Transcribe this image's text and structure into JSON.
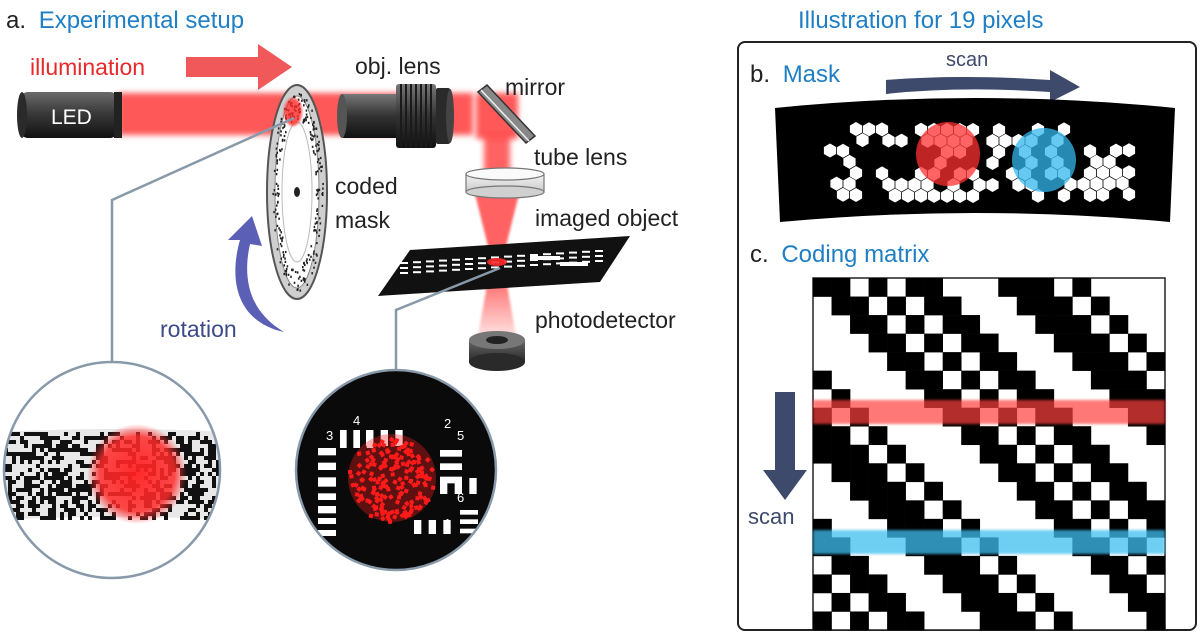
{
  "panel_a": {
    "letter": "a.",
    "title": "Experimental setup",
    "labels": {
      "illumination": "illumination",
      "led": "LED",
      "obj_lens": "obj. lens",
      "mirror": "mirror",
      "tube_lens": "tube lens",
      "coded": "coded",
      "mask": "mask",
      "imaged_object": "imaged object",
      "rotation": "rotation",
      "photodetector": "photodetector"
    },
    "target_numbers": [
      "4",
      "3",
      "2",
      "5",
      "6",
      "1"
    ]
  },
  "right_header": "Illustration for 19 pixels",
  "panel_b": {
    "letter": "b.",
    "title": "Mask",
    "scan_label": "scan"
  },
  "panel_c": {
    "letter": "c.",
    "title": "Coding matrix",
    "scan_label": "scan"
  },
  "colors": {
    "title_blue": "#1f7fc4",
    "illum_red": "#e8292a",
    "beam_red": "#ff3b3b",
    "arrow_navy": "#3d4a6b",
    "rotation_purple": "#5b5fb5",
    "highlight_red": "#ff5050",
    "highlight_cyan": "#41c3f0"
  },
  "icons": [
    "led-icon",
    "objective-lens-icon",
    "mirror-icon",
    "tube-lens-icon",
    "coded-mask-disk-icon",
    "imaged-object-icon",
    "photodetector-icon"
  ]
}
